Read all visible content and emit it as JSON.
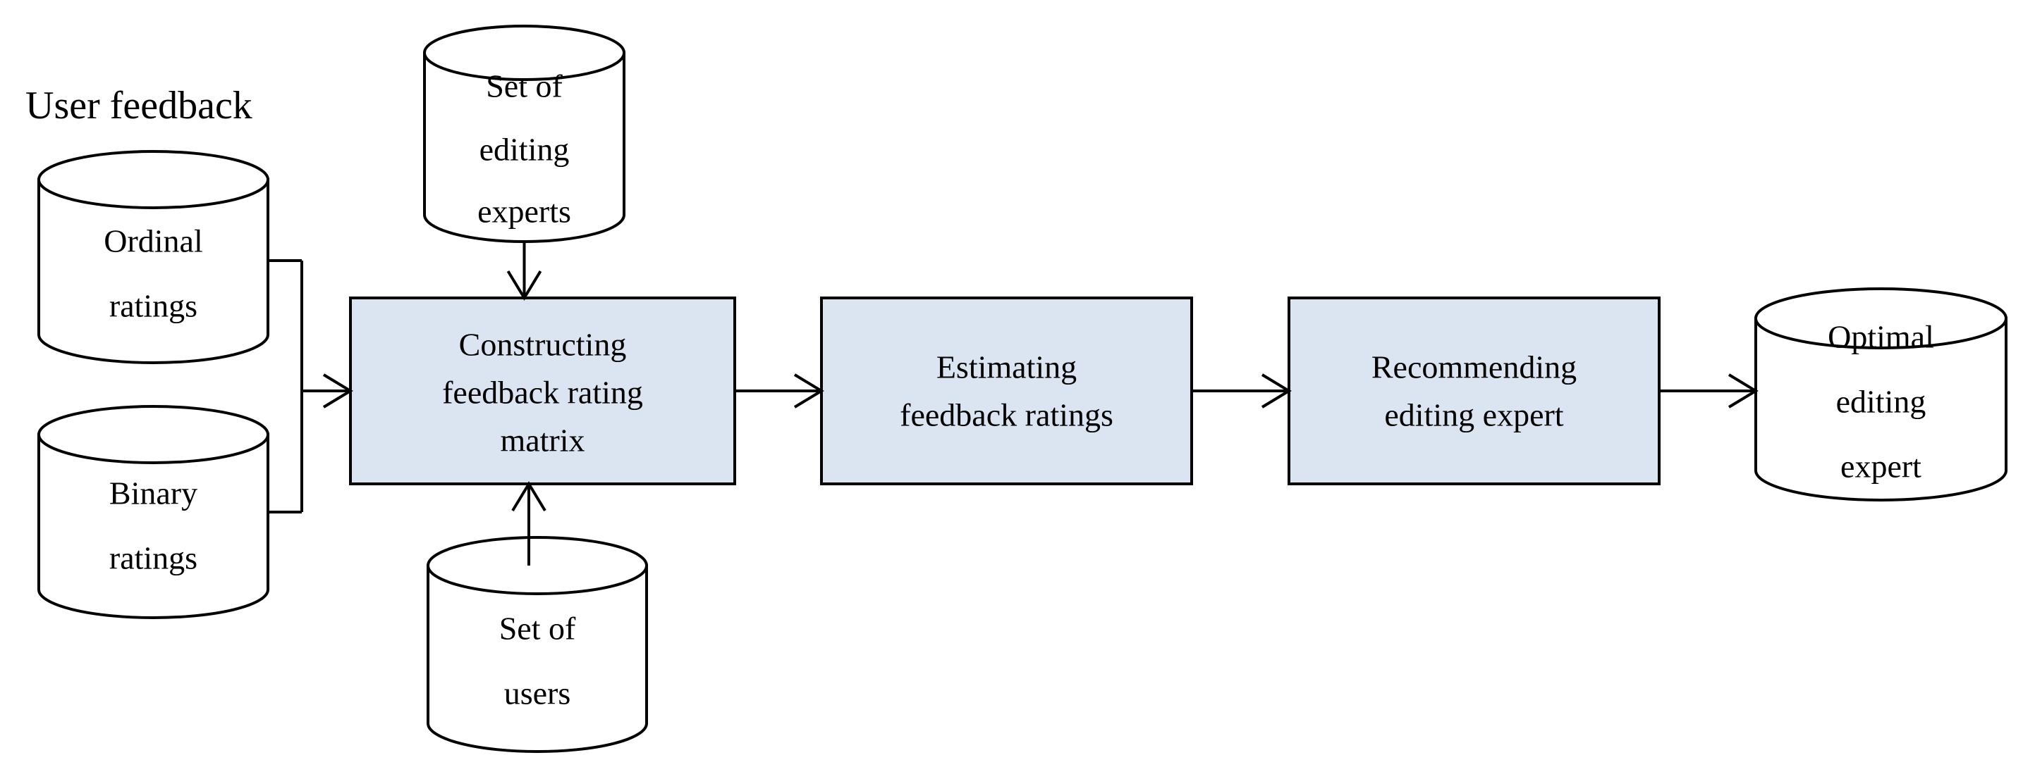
{
  "diagram": {
    "user_feedback_label": "User feedback",
    "cylinders": {
      "ordinal": {
        "lines": [
          "Ordinal",
          "ratings"
        ]
      },
      "binary": {
        "lines": [
          "Binary",
          "ratings"
        ]
      },
      "editing_experts": {
        "lines": [
          "Set of",
          "editing",
          "experts"
        ]
      },
      "users": {
        "lines": [
          "Set of",
          "users"
        ]
      },
      "optimal": {
        "lines": [
          "Optimal",
          "editing",
          "expert"
        ]
      }
    },
    "boxes": {
      "constructing": {
        "lines": [
          "Constructing",
          "feedback rating",
          "matrix"
        ]
      },
      "estimating": {
        "lines": [
          "Estimating",
          "feedback ratings"
        ]
      },
      "recommending": {
        "lines": [
          "Recommending",
          "editing expert"
        ]
      }
    },
    "colors": {
      "box_fill": "#dbe5f1",
      "shape_stroke": "#000000",
      "background": "#ffffff"
    }
  }
}
